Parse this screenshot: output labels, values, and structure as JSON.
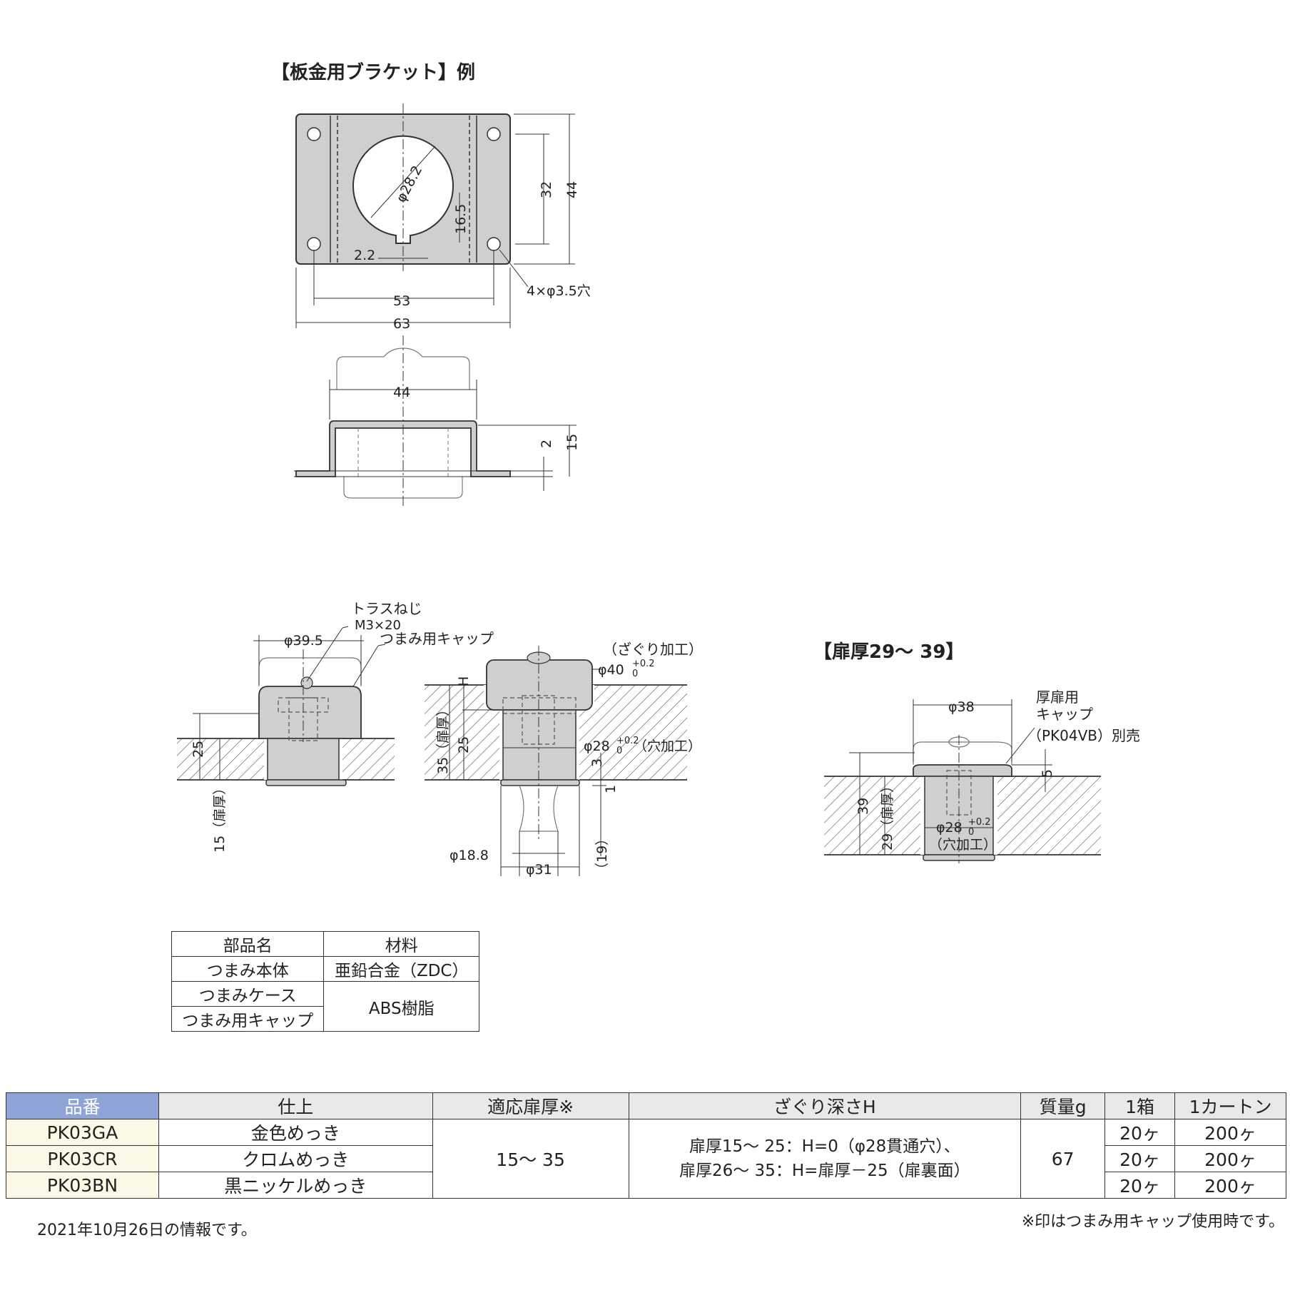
{
  "bracket": {
    "title": "【板金用ブラケット】例",
    "dims": {
      "hole_dia": "φ28.2",
      "dim_165": "16.5",
      "dim_22": "2.2",
      "dim_32": "32",
      "dim_44": "44",
      "dim_53": "53",
      "dim_63": "63",
      "holes": "4×φ3.5穴",
      "side_44": "44",
      "side_2": "2",
      "side_15": "15"
    }
  },
  "install": {
    "screw_label": "トラスねじ",
    "screw_size": "M3×20",
    "cap_label": "つまみ用キャップ",
    "dim_395": "φ39.5",
    "dim_25a": "25",
    "door_thickness": "15（扉厚）",
    "counterbore_label": "（ざぐり加工）",
    "dim_40": "φ40",
    "tol_plus": "+0.2",
    "tol_zero": "0",
    "dim_H": "H",
    "door_35": "35（扉厚）",
    "dim_25b": "25",
    "dim_28": "φ28",
    "hole_proc": "（穴加工）",
    "dim_3": "3",
    "dim_1": "1",
    "dim_188": "φ18.8",
    "dim_31": "φ31",
    "dim_19": "（19）"
  },
  "thick": {
    "title": "【扉厚29～ 39】",
    "dim_38": "φ38",
    "cap_label_1": "厚扉用",
    "cap_label_2": "キャップ",
    "cap_label_3": "（PK04VB）別売",
    "dim_5": "5",
    "dim_39": "39",
    "door_29": "29（扉厚）",
    "dim_28": "φ28",
    "tol_plus": "+0.2",
    "tol_zero": "0",
    "hole_proc": "（穴加工）"
  },
  "materials": {
    "headers": [
      "部品名",
      "材料"
    ],
    "rows": [
      [
        "つまみ本体",
        "亜鉛合金（ZDC）"
      ],
      [
        "つまみケース",
        "ABS樹脂"
      ],
      [
        "つまみ用キャップ",
        ""
      ]
    ]
  },
  "specs": {
    "headers": [
      "品番",
      "仕上",
      "適応扉厚※",
      "ざぐり深さH",
      "質量g",
      "1箱",
      "1カートン"
    ],
    "rows": [
      {
        "part": "PK03GA",
        "finish": "金色めっき",
        "box": "20ヶ",
        "carton": "200ヶ"
      },
      {
        "part": "PK03CR",
        "finish": "クロムめっき",
        "box": "20ヶ",
        "carton": "200ヶ"
      },
      {
        "part": "PK03BN",
        "finish": "黒ニッケルめっき",
        "box": "20ヶ",
        "carton": "200ヶ"
      }
    ],
    "door_range": "15～ 35",
    "depth_line1": "扉厚15～ 25：H=0（φ28貫通穴）、",
    "depth_line2": "扉厚26～ 35：H=扉厚－25（扉裏面）",
    "mass": "67"
  },
  "notes": {
    "date": "2021年10月26日の情報です。",
    "cap": "※印はつまみ用キャップ使用時です。"
  }
}
